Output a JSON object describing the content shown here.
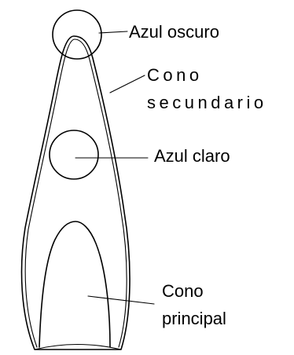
{
  "labels": {
    "azul_oscuro": "Azul oscuro",
    "cono_secundario_line1": "Cono",
    "cono_secundario_line2": "secundario",
    "azul_claro": "Azul claro",
    "cono_principal_line1": "Cono",
    "cono_principal_line2": "principal"
  }
}
